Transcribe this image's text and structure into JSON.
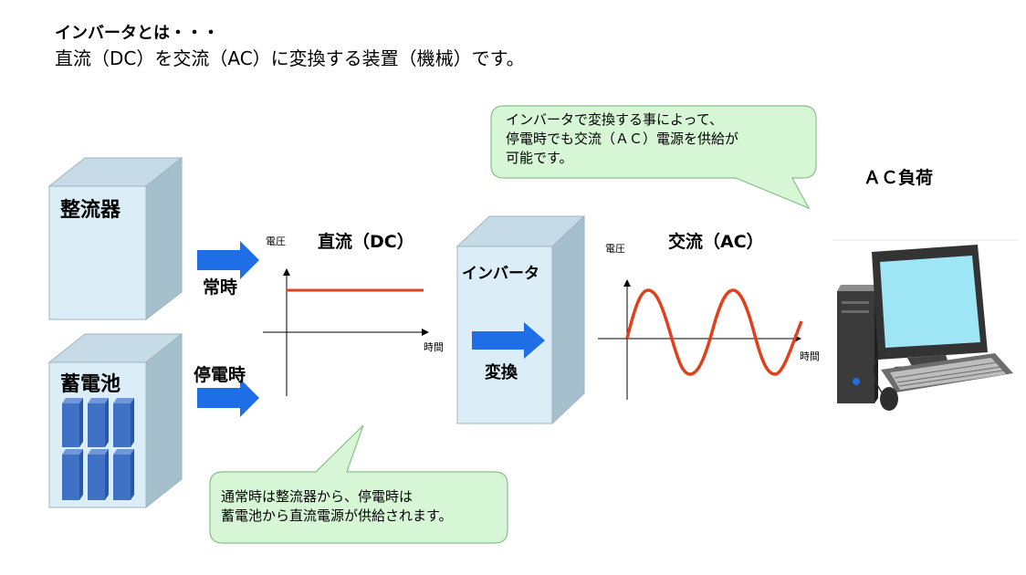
{
  "header": {
    "title": "インバータとは・・・",
    "subtitle": "直流（DC）を交流（AC）に変換する装置（機械）です。"
  },
  "rectifier": {
    "label": "整流器"
  },
  "battery": {
    "label": "蓄電池"
  },
  "arrows": {
    "normal_label": "常時",
    "outage_label": "停電時"
  },
  "dc_graph": {
    "title": "直流（DC）",
    "y_label": "電圧",
    "x_label": "時間"
  },
  "inverter": {
    "label": "インバータ",
    "convert_label": "変換"
  },
  "ac_graph": {
    "title": "交流（AC）",
    "y_label": "電圧",
    "x_label": "時間"
  },
  "load": {
    "label": "ＡＣ負荷"
  },
  "bubble_top": {
    "lines": [
      "インバータで変換する事によって、",
      "停電時でも交流（ＡＣ）電源を供給が",
      "可能です。"
    ]
  },
  "bubble_bottom": {
    "lines": [
      "通常時は整流器から、停電時は",
      "蓄電池から直流電源が供給されます。"
    ]
  },
  "colors": {
    "box_front": "#dbeef8",
    "box_side": "#a6bfcc",
    "box_top": "#c6dbe6",
    "arrow": "#1e6ee6",
    "signal": "#e0401c",
    "bubble_fill": "#d6f6d6",
    "bubble_stroke": "#88c088",
    "cell": "#3f72c4"
  }
}
